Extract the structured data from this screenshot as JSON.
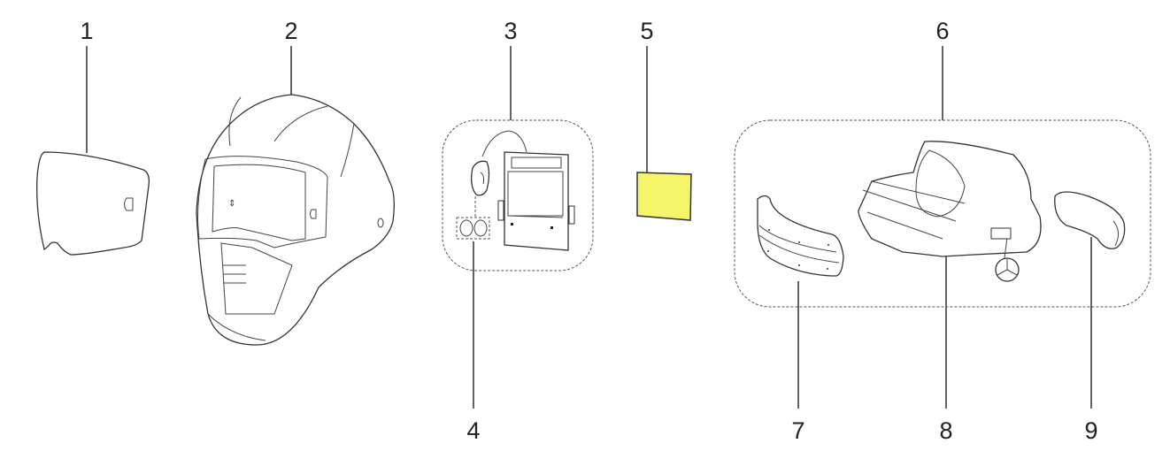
{
  "diagram": {
    "title": "Welding helmet exploded parts view",
    "callouts": [
      {
        "id": "1",
        "label": "1",
        "part": "outer-protection-plate"
      },
      {
        "id": "2",
        "label": "2",
        "part": "helmet-shell"
      },
      {
        "id": "3",
        "label": "3",
        "part": "auto-darkening-filter-assembly"
      },
      {
        "id": "4",
        "label": "4",
        "part": "batteries"
      },
      {
        "id": "5",
        "label": "5",
        "part": "inside-protection-plate"
      },
      {
        "id": "6",
        "label": "6",
        "part": "headband-assembly"
      },
      {
        "id": "7",
        "label": "7",
        "part": "sweatband"
      },
      {
        "id": "8",
        "label": "8",
        "part": "headband"
      },
      {
        "id": "9",
        "label": "9",
        "part": "comfort-pad"
      }
    ],
    "colors": {
      "highlight": "#f5f56a",
      "line": "#222222"
    }
  }
}
